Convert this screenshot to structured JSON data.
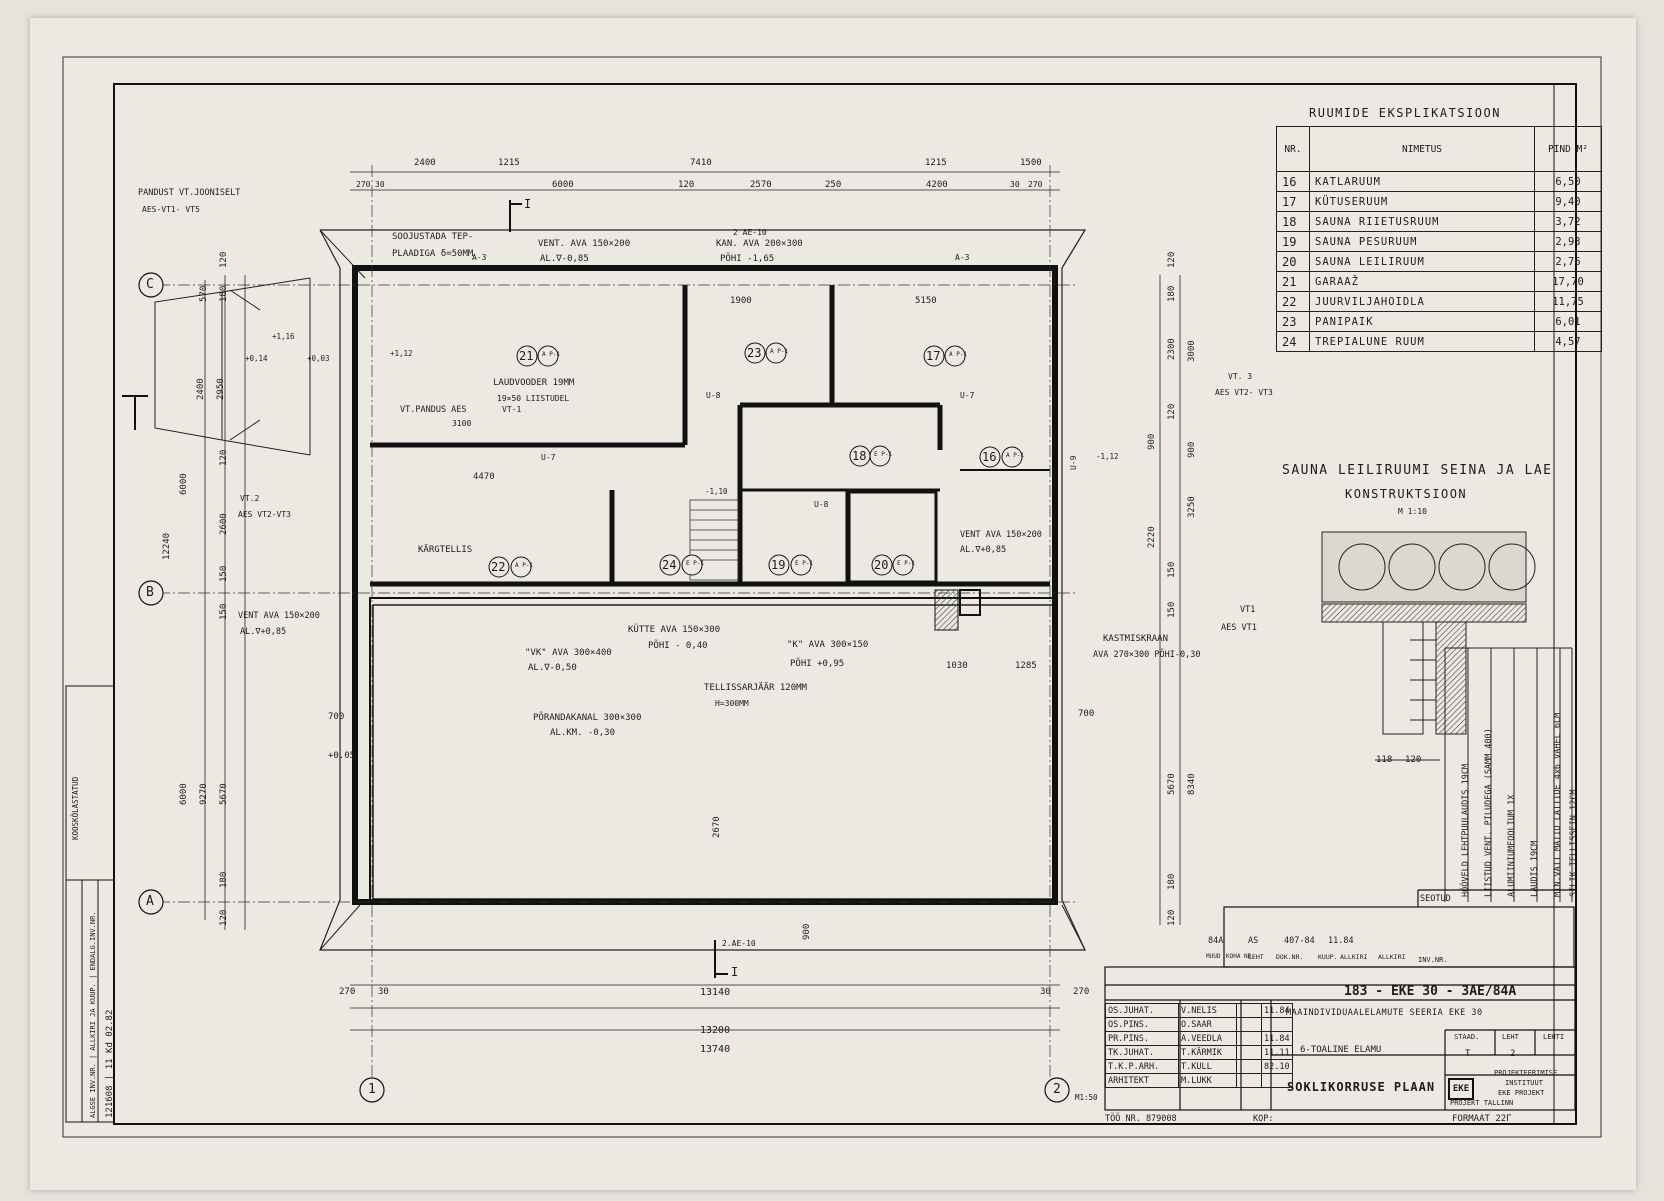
{
  "explication": {
    "title": "RUUMIDE EKSPLIKATSIOON",
    "headers": {
      "nr": "NR.",
      "name": "NIMETUS",
      "area": "PIND M²"
    },
    "rows": [
      {
        "nr": "16",
        "name": "KATLARUUM",
        "area": "6,50"
      },
      {
        "nr": "17",
        "name": "KÜTUSERUUM",
        "area": "9,40"
      },
      {
        "nr": "18",
        "name": "SAUNA RIIETUSRUUM",
        "area": "3,72"
      },
      {
        "nr": "19",
        "name": "SAUNA PESURUUM",
        "area": "2,93"
      },
      {
        "nr": "20",
        "name": "SAUNA LEILIRUUM",
        "area": "2,76"
      },
      {
        "nr": "21",
        "name": "GARAAŽ",
        "area": "17,70"
      },
      {
        "nr": "22",
        "name": "JUURVILJAHOIDLA",
        "area": "11,75"
      },
      {
        "nr": "23",
        "name": "PANIPAIK",
        "area": "6,01"
      },
      {
        "nr": "24",
        "name": "TREPIALUNE RUUM",
        "area": "4,57"
      }
    ]
  },
  "sauna_detail": {
    "title_line1": "SAUNA  LEILIRUUMI SEINA JA LAE",
    "title_line2": "KONSTRUKTSIOON",
    "scale": "M 1:10",
    "dims": [
      "118",
      "120"
    ],
    "layers": [
      "HÖÖVELD LEHTPUULAUDIS   19CM",
      "LIISTUD VENT. PILUDEGA  (SAMM 400)",
      "ALUMIINIUMFOOLIUM   1X",
      "LAUDIS   19CM",
      "MIN.VATT MATID LATTIDE 4x6 VAHEL 6CM",
      "SILIK.TELLISSEIN   12CM"
    ]
  },
  "rooms": [
    {
      "num": "21",
      "ref": "A P-1"
    },
    {
      "num": "23",
      "ref": "A P-1"
    },
    {
      "num": "17",
      "ref": "A P-1"
    },
    {
      "num": "18",
      "ref": "E P-1"
    },
    {
      "num": "16",
      "ref": "A P-1"
    },
    {
      "num": "22",
      "ref": "A P-1"
    },
    {
      "num": "24",
      "ref": "E P-1"
    },
    {
      "num": "19",
      "ref": "E P-1"
    },
    {
      "num": "20",
      "ref": "E P-1"
    }
  ],
  "axes": {
    "A": "A",
    "B": "B",
    "C": "C",
    "one": "1",
    "two": "2"
  },
  "dims_top": {
    "row1": [
      "2400",
      "1215",
      "7410",
      "1215",
      "1500"
    ],
    "row2": [
      "270",
      "30",
      "6000",
      "120",
      "2570",
      "250",
      "4200",
      "30",
      "270"
    ]
  },
  "dims_bottom": {
    "a": "270",
    "b": "30",
    "c": "13140",
    "d": "30",
    "e": "270",
    "f": "13200",
    "g": "13740"
  },
  "dims_left": [
    "120",
    "570",
    "180",
    "2400",
    "2950",
    "120",
    "6000",
    "2600",
    "150",
    "12240",
    "150",
    "6000",
    "9270",
    "5670",
    "180",
    "120",
    "700",
    "+0.05"
  ],
  "dims_right": [
    "120",
    "180",
    "2300",
    "3000",
    "120",
    "900",
    "900",
    "3250",
    "2220",
    "150",
    "150",
    "5670",
    "8340",
    "180",
    "120",
    "700"
  ],
  "notes": {
    "pandust": "PANDUST VT.JOONISELT",
    "pandust_ref": "AES-VT1- VT5",
    "soojustada": "SOOJUSTADA TEP-",
    "soojustada2": "PLAADIGA δ=50MM",
    "a3_left": "A-3",
    "a3_right": "A-3",
    "vent1": "VENT. AVA  150×200",
    "vent1b": "AL.∇-0,85",
    "kan_ref": "2 AE-10",
    "kan": "KAN. AVA  200×300",
    "kan_b": "PÕHI -1,65",
    "laudvooder": "LAUDVOODER  19MM",
    "liistudel": "19×50 LIISTUDEL",
    "vtpandus": "VT.PANDUS AES",
    "vtpandus2": "VT-1",
    "vt3": "VT. 3",
    "aes_vt2_vt3_right": "AES VT2- VT3",
    "vt2": "VT.2",
    "aes_vt2_vt3_left": "AES VT2-VT3",
    "kargtellis": "KÄRGTELLIS",
    "vent_left": "VENT AVA 150×200",
    "vent_left_b": "AL.∇+0,85",
    "vent_right": "VENT AVA 150×200",
    "vent_right_b": "AL.∇+0,85",
    "kutte": "KÜTTE AVA 150×300",
    "kutte_b": "PÕHI - 0,40",
    "vk": "\"VK\" AVA 300×400",
    "vk_b": "AL.∇-0,50",
    "kava": "\"K\" AVA 300×150",
    "kava_b": "PÕHI +0,95",
    "tellis": "TELLISSARJÄÄR         120MM",
    "tellis_b": "H=300MM",
    "porand": "PÕRANDAKANAL 300×300",
    "porand_b": "AL.KM. -0,30",
    "kastmis": "KASTMISKRAAN",
    "kastmis_b": "AVA 270×300 PÕHI-0,30",
    "vt1": "VT1",
    "aes_vt1": "AES VT1",
    "u7a": "U-7",
    "u7b": "U-7",
    "u8": "U-8",
    "u8b": "U-8",
    "u9": "U-9",
    "d4470": "4470",
    "d3100": "3100",
    "d1900": "1900",
    "d5150": "5150",
    "d2670": "2670",
    "d1030": "1030",
    "d1285": "1285",
    "d900": "900",
    "lev1": "+1,16",
    "lev2": "+0,14",
    "lev3": "+0,03",
    "lev4": "+1,12",
    "lev5": "-1,10",
    "lev6": "-1,12",
    "sectionI": "I",
    "ae10": "2.AE-10"
  },
  "stamp": {
    "seotud": "SEOTUD",
    "rev_cells": [
      "84A",
      "AS",
      "407-84",
      "11.84"
    ],
    "rev_headers": [
      "MUUD",
      "KOHA NR.",
      "LEHT",
      "DOK.NR.",
      "KUUP.",
      "ALLKIRI",
      "ALLKIRI"
    ],
    "invnr": "INV.NR.",
    "code": "183 - EKE 30 - 3AE/84A",
    "series": "MAAINDIVIDUAALELAMUTE SEERIA  EKE 30",
    "project": "6-TOALINE ELAMU",
    "sheet_title": "SOKLIKORRUSE PLAAN",
    "staad_h": "STAAD.",
    "leht_h": "LEHT",
    "lehti_h": "LEHTI",
    "staad": "T",
    "leht": "2",
    "lehti": "",
    "org1": "PROJEKTEERIMISE",
    "org2": "INSTITUUT",
    "org3": "EKE PROJEKT",
    "city": "PROJEKT TALLINN",
    "logo": "EKE",
    "scale": "M1:50",
    "too_nr": "TÖÖ NR. 879008",
    "kop": "KOP:",
    "format": "FORMAAT 22Г",
    "people": [
      {
        "role": "OS.JUHAT.",
        "name": "V.NELIS",
        "date": "11.84"
      },
      {
        "role": "OS.PINS.",
        "name": "O.SAAR",
        "date": ""
      },
      {
        "role": "PR.PINS.",
        "name": "A.VEEDLA",
        "date": "11.84"
      },
      {
        "role": "TK.JUHAT.",
        "name": "T.KÄRMIK",
        "date": "11.11"
      },
      {
        "role": "T.K.P.ARH.",
        "name": "T.KULL",
        "date": "82.10"
      },
      {
        "role": "ARHITEKT",
        "name": "M.LUKK",
        "date": ""
      }
    ]
  },
  "margin": {
    "koos": "KOOSKÕLASTATUD",
    "hdrs": "ALGSE INV.NR. | ALLKIRI JA KUUP. | ENDALG.INV.NR.",
    "val": "121608 | 11  Kd 02.82"
  },
  "colors": {
    "paper": "#ece9e2",
    "line": "#1f1f1f",
    "hatch": "#444444"
  }
}
